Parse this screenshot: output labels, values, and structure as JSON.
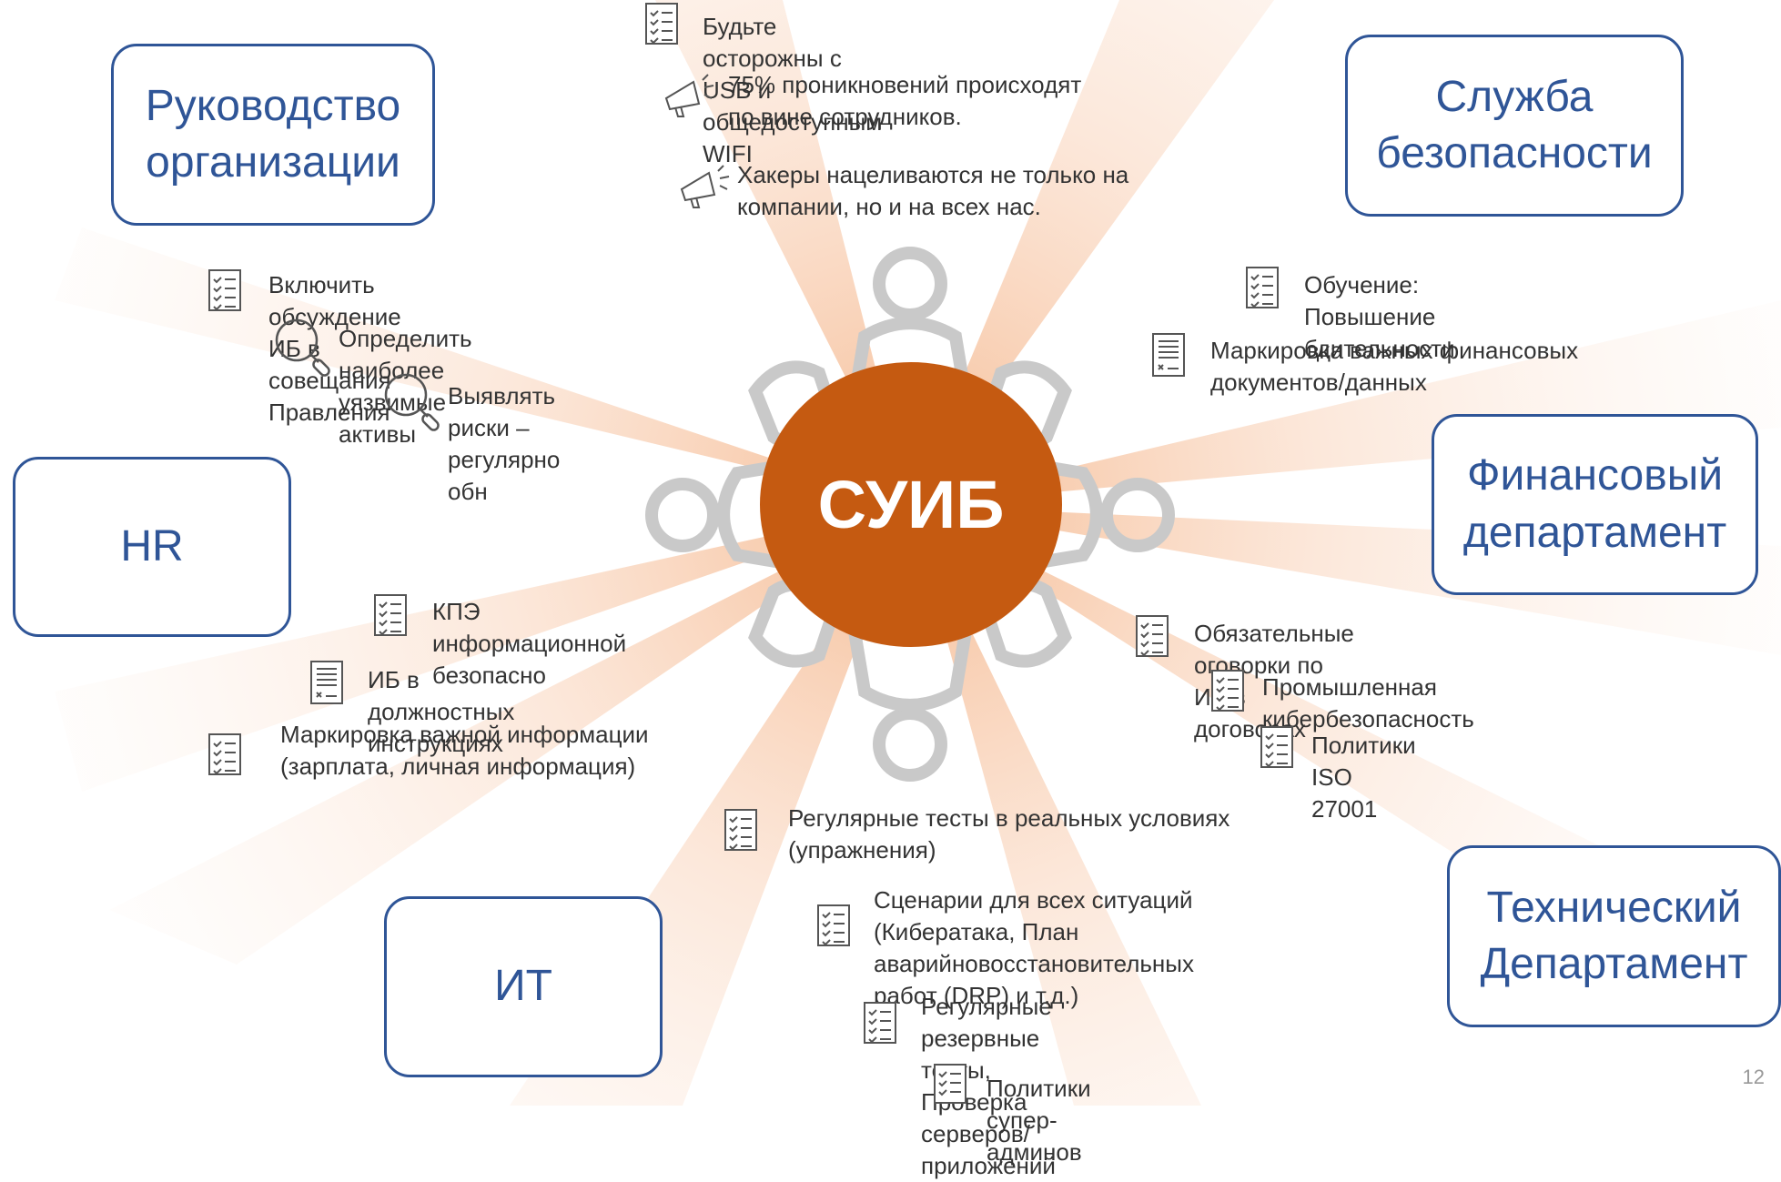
{
  "center": {
    "label": "СУИБ"
  },
  "departments": [
    {
      "key": "management",
      "label": "Руководство\nорганизации"
    },
    {
      "key": "security",
      "label": "Служба\nбезопасности"
    },
    {
      "key": "hr",
      "label": "HR"
    },
    {
      "key": "finance",
      "label": "Финансовый\nдепартамент"
    },
    {
      "key": "it",
      "label": "ИТ"
    },
    {
      "key": "technical",
      "label": "Технический\nДепартамент"
    }
  ],
  "items": [
    {
      "text": "Будьте осторожны с USB и общедоступным WIFI",
      "icon": "checklist-icon"
    },
    {
      "text": "75%  проникновений  происходят\nпо вине сотрудников.",
      "icon": "megaphone-icon"
    },
    {
      "text": "Хакеры  нацеливаются  не  только  на\nкомпании, но и на всех нас.",
      "icon": "megaphone-icon"
    },
    {
      "text": "Включить обсуждение ИБ в совещания Правления",
      "icon": "checklist-icon"
    },
    {
      "text": "Определить наиболее уязвимые активы",
      "icon": "magnifier-icon"
    },
    {
      "text": "Выявлять риски – регулярно обн",
      "icon": "magnifier-icon"
    },
    {
      "text": "Обучение: Повышение бдительности",
      "icon": "checklist-icon"
    },
    {
      "text": "Маркировка      важных      финансовых\nдокументов/данных",
      "icon": "document-icon"
    },
    {
      "text": "КПЭ информационной безопасно",
      "icon": "checklist-icon"
    },
    {
      "text": "ИБ в должностных инструкциях",
      "icon": "document-icon"
    },
    {
      "text": "Маркировка  важной  информации\n(зарплата, личная информация)",
      "icon": "checklist-icon"
    },
    {
      "text": "Обязательные оговорки по ИБ в договорах",
      "icon": "checklist-icon"
    },
    {
      "text": "Промышленная кибербезопасность",
      "icon": "checklist-icon"
    },
    {
      "text": "Политики ISO 27001",
      "icon": "checklist-icon"
    },
    {
      "text": "Регулярные    тесты    в    реальных    условиях\n(упражнения)",
      "icon": "checklist-icon"
    },
    {
      "text": "Сценарии для всех ситуаций\n(Кибератака, План аварийновосстановительных\nработ (DRP) и т.д.)",
      "icon": "checklist-icon"
    },
    {
      "text": "Регулярные резервные тесты,\nПроверка серверов/приложений",
      "icon": "checklist-icon"
    },
    {
      "text": "Политики супер-админов",
      "icon": "checklist-icon"
    }
  ],
  "page_number": "12",
  "colors": {
    "accent": "#2f5597",
    "center": "#c55a11",
    "ray": "#f4b183",
    "people": "#c9c9c9"
  }
}
